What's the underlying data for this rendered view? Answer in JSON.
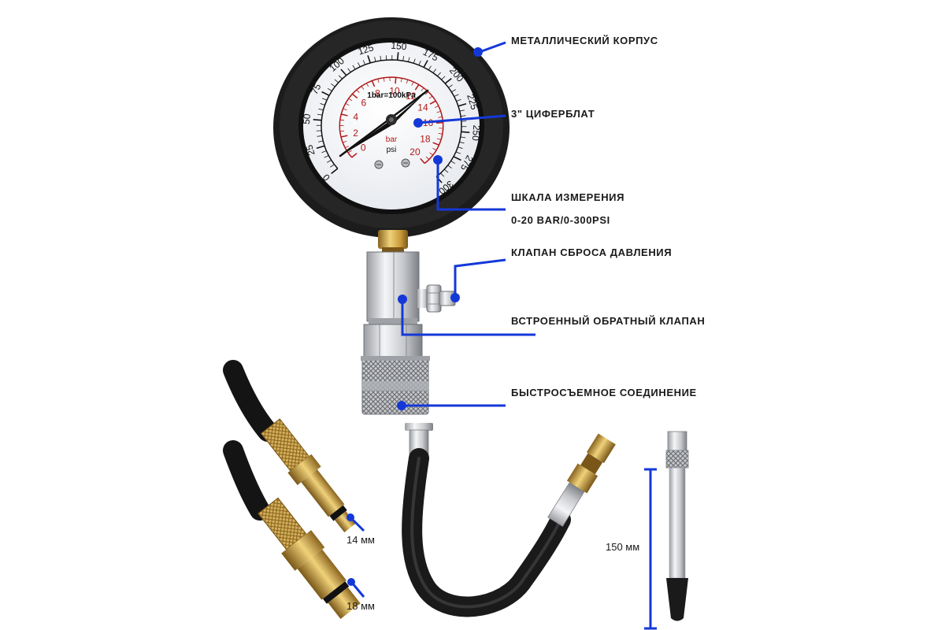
{
  "callouts": {
    "housing": "МЕТАЛЛИЧЕСКИЙ КОРПУС",
    "dial": "3\" ЦИФЕРБЛАТ",
    "scale_title": "ШКАЛА ИЗМЕРЕНИЯ",
    "scale_range": "0-20 BAR/0-300PSI",
    "relief_valve": "КЛАПАН СБРОСА ДАВЛЕНИЯ",
    "check_valve": "ВСТРОЕННЫЙ ОБРАТНЫЙ КЛАПАН",
    "quick_connect": "БЫСТРОСЪЕМНОЕ СОЕДИНЕНИЕ"
  },
  "sizes": {
    "adapter_small": "14 мм",
    "adapter_large": "18 мм",
    "extension_length": "150 мм"
  },
  "gauge": {
    "conversion": "1bar=100kPa",
    "unit_bar": "bar",
    "unit_psi": "psi",
    "psi_ticks": [
      "0",
      "25",
      "50",
      "75",
      "100",
      "125",
      "150",
      "175",
      "200",
      "225",
      "250",
      "275",
      "300"
    ],
    "bar_ticks": [
      "0",
      "2",
      "4",
      "6",
      "8",
      "10",
      "12",
      "14",
      "16",
      "18",
      "20"
    ]
  },
  "colors": {
    "callout_blue": "#1438d8",
    "bar_scale_red": "#b01818",
    "bezel_black": "#1c1c1c",
    "brass": "#c9a24a"
  }
}
